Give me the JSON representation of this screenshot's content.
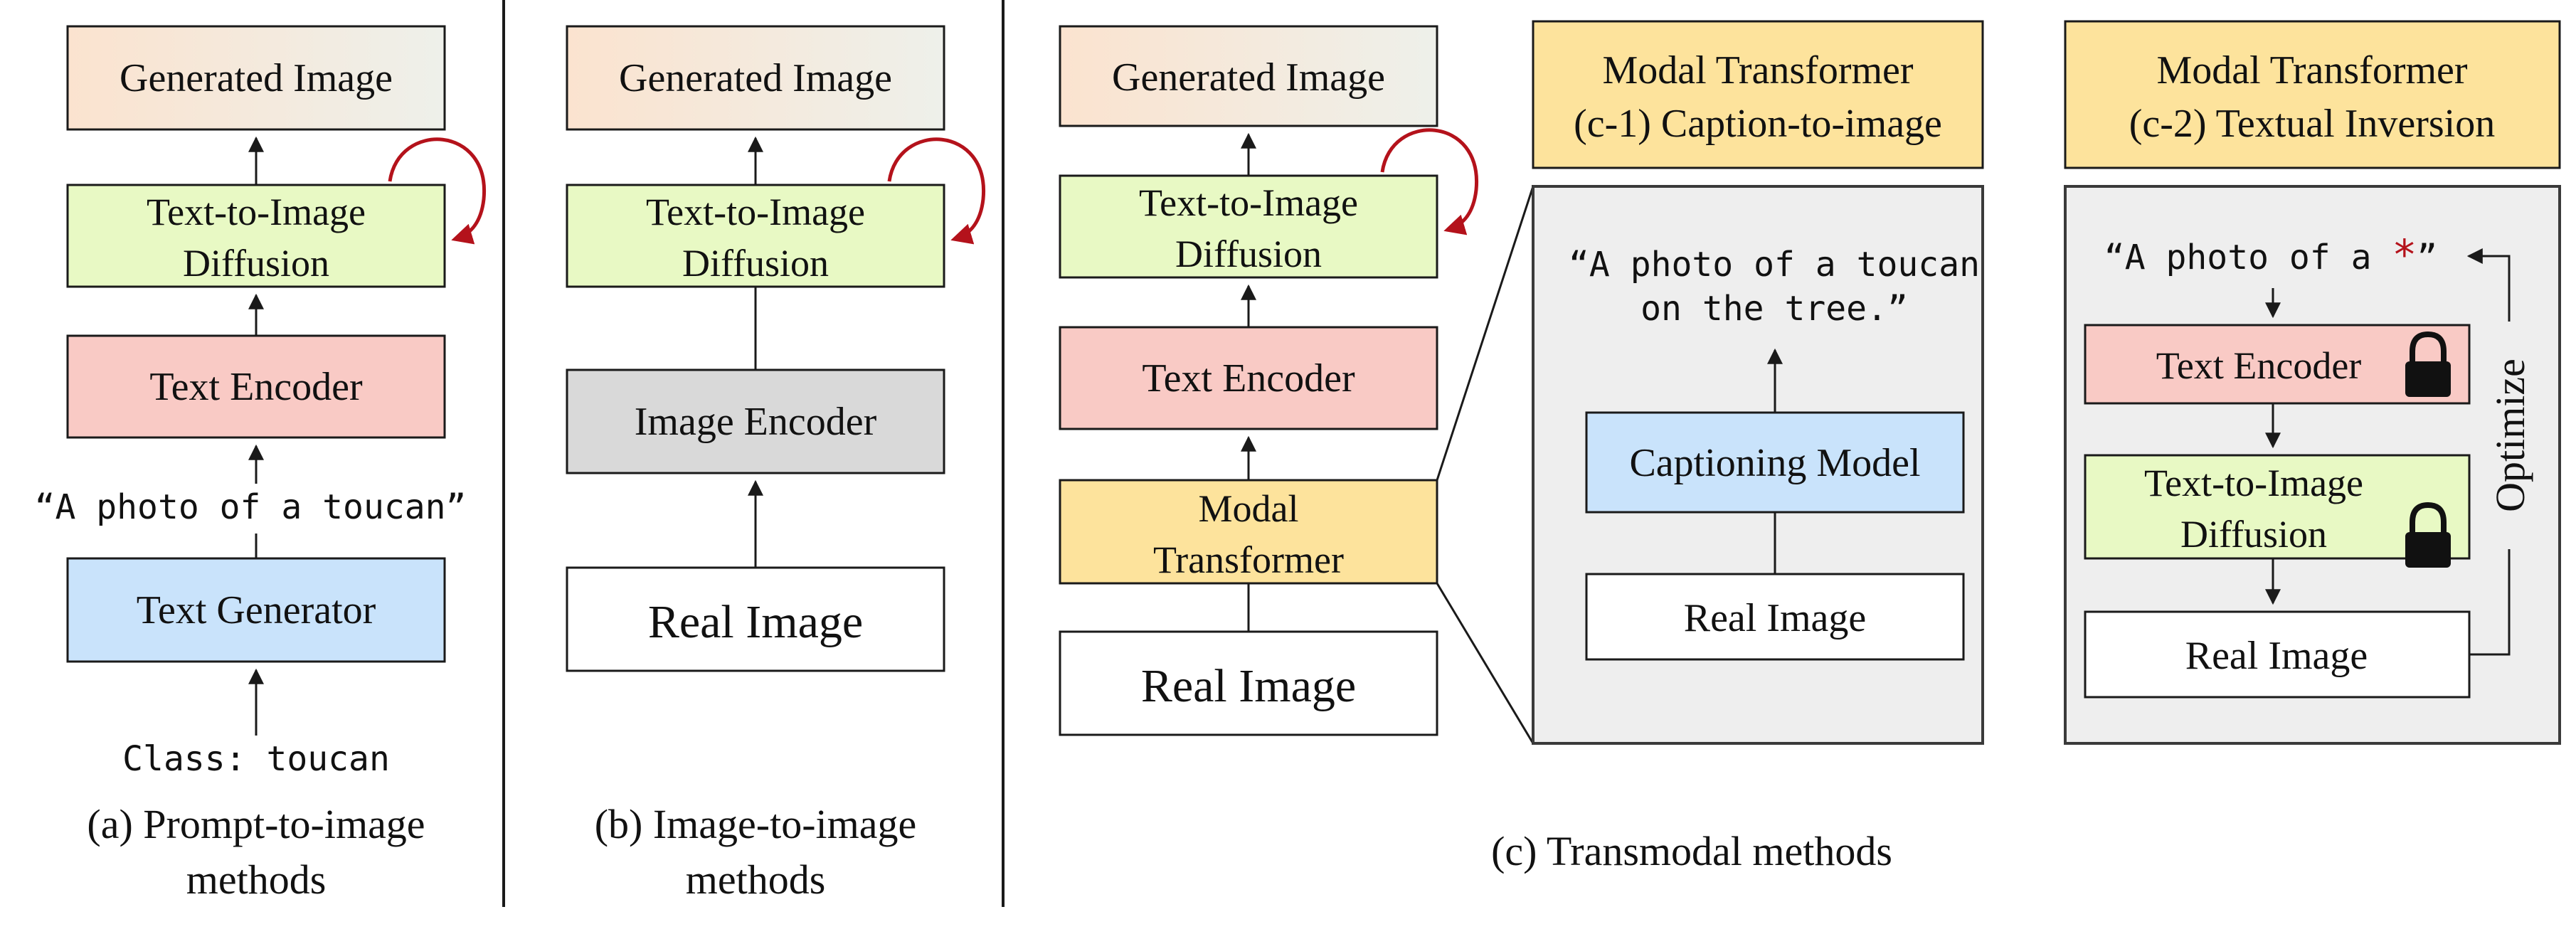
{
  "colors": {
    "generated_start": "#fbe3cf",
    "generated_end": "#eef0ea",
    "diffusion": "#e8f9c4",
    "text_encoder": "#f9cac5",
    "text_generator": "#c9e3fb",
    "image_encoder": "#d9d9d9",
    "modal_transformer": "#fde39c",
    "panel_bg": "#eeeeee",
    "accent_red": "#b4121b"
  },
  "col_a": {
    "generated_image": "Generated Image",
    "diffusion_line1": "Text-to-Image",
    "diffusion_line2": "Diffusion",
    "text_encoder": "Text Encoder",
    "prompt": "“A photo of a toucan”",
    "text_generator": "Text Generator",
    "class_label": "Class: toucan",
    "caption_line1": "(a) Prompt-to-image",
    "caption_line2": "methods"
  },
  "col_b": {
    "generated_image": "Generated Image",
    "diffusion_line1": "Text-to-Image",
    "diffusion_line2": "Diffusion",
    "image_encoder": "Image Encoder",
    "real_image": "Real Image",
    "caption_line1": "(b) Image-to-image",
    "caption_line2": "methods"
  },
  "col_c": {
    "generated_image": "Generated Image",
    "diffusion_line1": "Text-to-Image",
    "diffusion_line2": "Diffusion",
    "text_encoder": "Text Encoder",
    "modal_line1": "Modal",
    "modal_line2": "Transformer",
    "real_image": "Real Image",
    "caption": "(c) Transmodal methods"
  },
  "panel_c1": {
    "header_line1": "Modal Transformer",
    "header_line2": "(c-1) Caption-to-image",
    "quote_line1": "“A photo of a toucan",
    "quote_line2": "on the tree.”",
    "captioning_model": "Captioning Model",
    "real_image": "Real Image"
  },
  "panel_c2": {
    "header_line1": "Modal Transformer",
    "header_line2": "(c-2) Textual Inversion",
    "prompt_prefix": "“A photo of a ",
    "prompt_token": "*",
    "prompt_suffix": "”",
    "text_encoder": "Text Encoder",
    "diffusion_line1": "Text-to-Image",
    "diffusion_line2": "Diffusion",
    "real_image": "Real Image",
    "optimize": "Optimize",
    "lock_icon": "lock-icon"
  }
}
